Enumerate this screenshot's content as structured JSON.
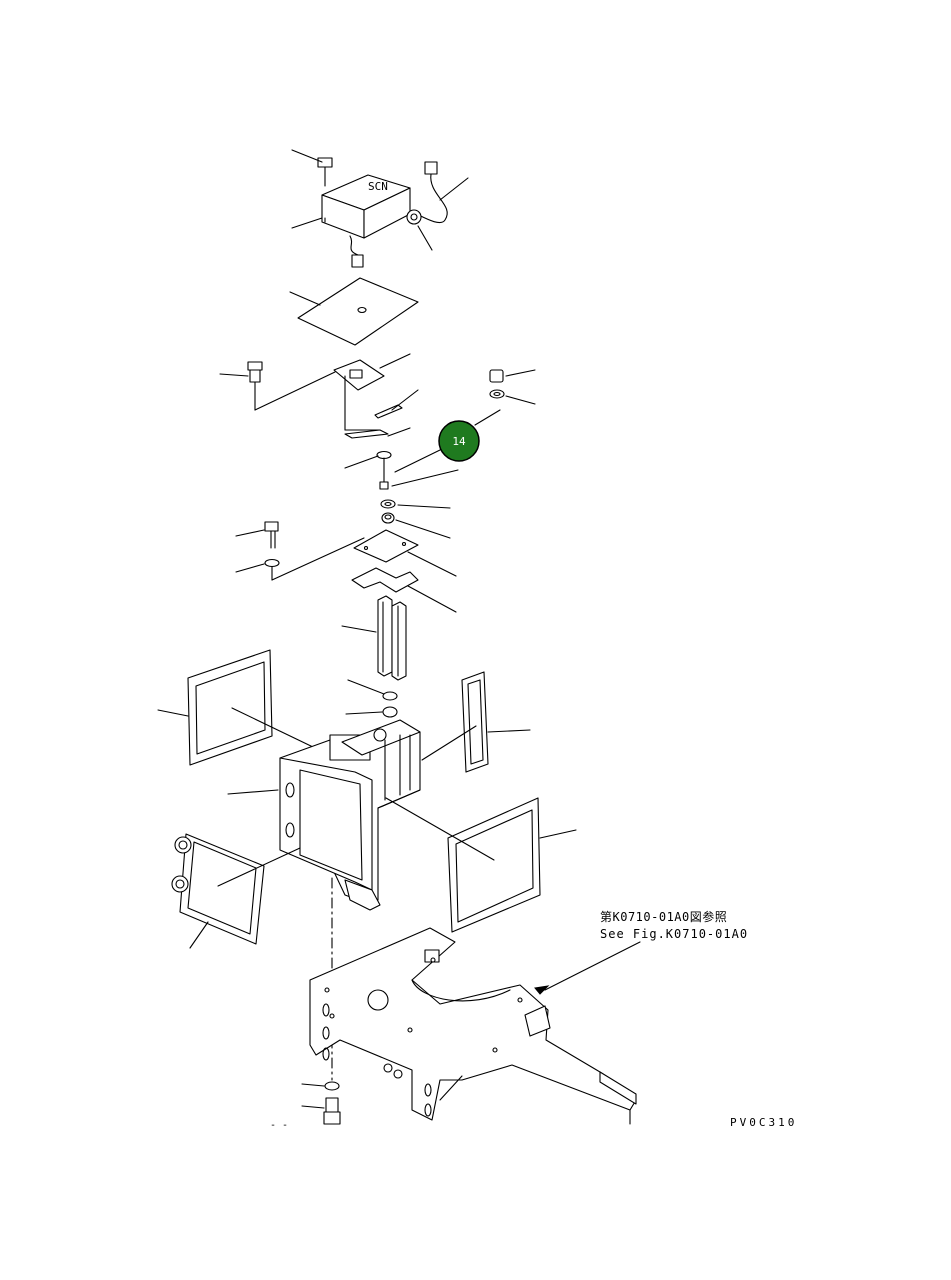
{
  "callout": {
    "label": "14",
    "color": "#1f7a1f"
  },
  "reference": {
    "japanese": "第K0710-01A0図参照",
    "english": "See Fig.K0710-01A0"
  },
  "drawing_code": "PV0C310",
  "stray_mark": "- -",
  "part_icons": {
    "top_case": "controller-box",
    "plate": "gasket-plate",
    "frame": "mounting-frame",
    "base": "base-bracket"
  }
}
